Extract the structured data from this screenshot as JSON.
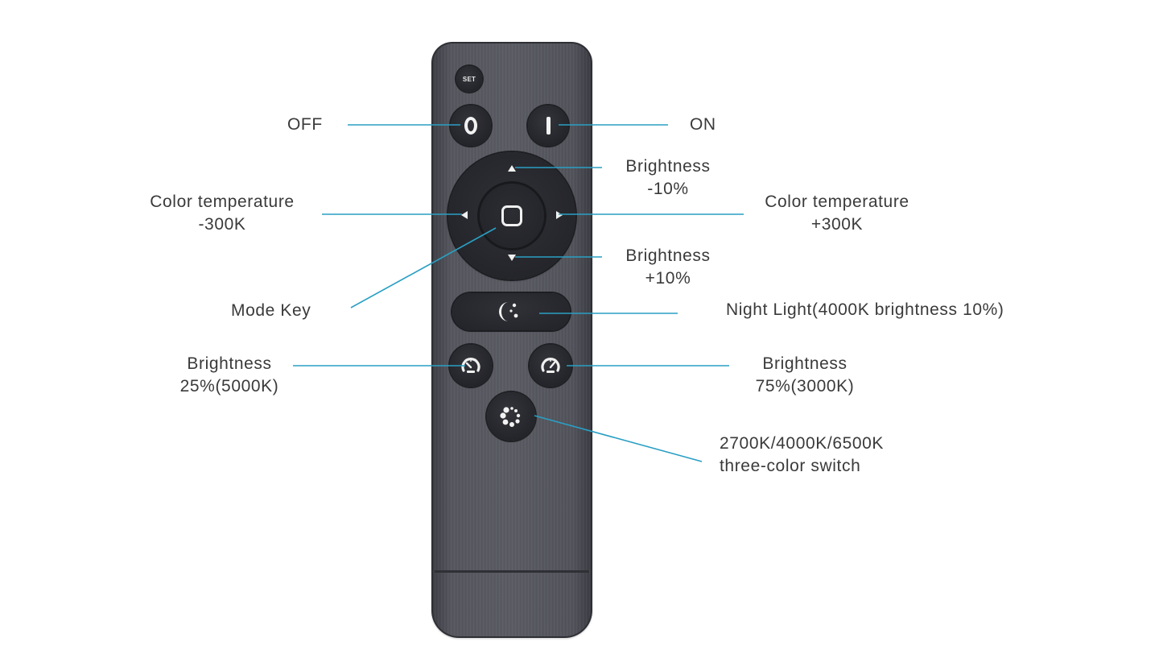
{
  "diagram": {
    "subject": "LED light remote control",
    "leader_color": "#2a9fc4",
    "remote": {
      "body_color": "#55565e",
      "button_color": "#25262b",
      "buttons": {
        "set": {
          "label": "SET",
          "icon": "text-set"
        },
        "off": {
          "icon": "power-off-ring-icon"
        },
        "on": {
          "icon": "power-on-bar-icon"
        },
        "up": {
          "icon": "arrow-up-icon"
        },
        "down": {
          "icon": "arrow-down-icon"
        },
        "left": {
          "icon": "arrow-left-icon"
        },
        "right": {
          "icon": "arrow-right-icon"
        },
        "mode": {
          "icon": "rounded-square-icon"
        },
        "night": {
          "icon": "moon-stars-icon"
        },
        "brightness_25": {
          "icon": "gauge-low-icon"
        },
        "brightness_75": {
          "icon": "gauge-high-icon"
        },
        "three_color": {
          "icon": "dots-circle-icon"
        }
      }
    },
    "labels": {
      "off": {
        "line1": "OFF"
      },
      "on": {
        "line1": "ON"
      },
      "brightness_minus": {
        "line1": "Brightness",
        "line2": "-10%"
      },
      "brightness_plus": {
        "line1": "Brightness",
        "line2": "+10%"
      },
      "ct_minus": {
        "line1": "Color temperature",
        "line2": "-300K"
      },
      "ct_plus": {
        "line1": "Color temperature",
        "line2": "+300K"
      },
      "mode": {
        "line1": "Mode Key"
      },
      "night": {
        "line1": "Night Light(4000K brightness 10%)"
      },
      "b25": {
        "line1": "Brightness",
        "line2": "25%(5000K)"
      },
      "b75": {
        "line1": "Brightness",
        "line2": "75%(3000K)"
      },
      "three_color": {
        "line1": "2700K/4000K/6500K",
        "line2": "three-color switch"
      }
    }
  }
}
